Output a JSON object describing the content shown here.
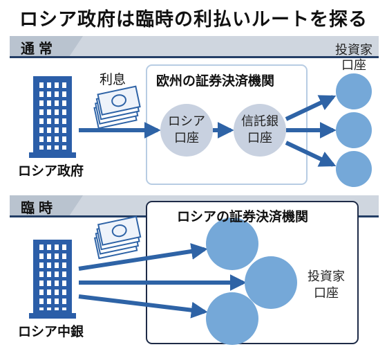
{
  "title": "ロシア政府は臨時の利払いルートを探る",
  "normal": {
    "section_label": "通常",
    "interest_label": "利息",
    "box_title": "欧州の証券決済機関",
    "russia_account": [
      "ロシア",
      "口座"
    ],
    "trust_bank_account": [
      "信託銀",
      "口座"
    ],
    "investor_label": [
      "投資家",
      "口座"
    ],
    "sender": "ロシア政府"
  },
  "temporary": {
    "section_label": "臨時",
    "box_title": "ロシアの証券決済機関",
    "investor_label": [
      "投資家",
      "口座"
    ],
    "sender": "ロシア中銀"
  },
  "colors": {
    "band": "#cfd6df",
    "band_stripe": "#233e66",
    "arrow": "#2e63a6",
    "node_light": "#c8d1e0",
    "node_blue": "#75a8d8",
    "box_normal_border": "#b7cce3",
    "box_temp_border": "#1e2b47",
    "building": "#2b5ea8"
  }
}
